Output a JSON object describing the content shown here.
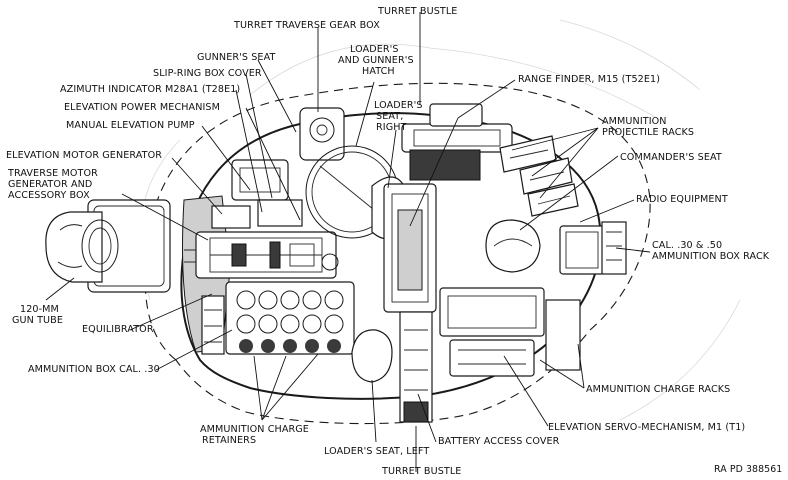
{
  "diagram": {
    "labels": {
      "turret_traverse_gear_box": "TURRET TRAVERSE GEAR BOX",
      "turret_bustle_top": "TURRET BUSTLE",
      "gunners_seat": "GUNNER'S SEAT",
      "loaders_and_gunners_hatch": [
        "LOADER'S",
        "AND GUNNER'S",
        "HATCH"
      ],
      "slip_ring_box_cover": "SLIP-RING BOX COVER",
      "azimuth_indicator": "AZIMUTH INDICATOR M28A1 (T28E1)",
      "elevation_power_mechanism": "ELEVATION POWER MECHANISM",
      "manual_elevation_pump": "MANUAL ELEVATION PUMP",
      "loaders_seat_right": [
        "LOADER'S",
        "SEAT,",
        "RIGHT"
      ],
      "range_finder": "RANGE FINDER, M15 (T52E1)",
      "ammunition_projectile_racks": [
        "AMMUNITION",
        "PROJECTILE RACKS"
      ],
      "commanders_seat": "COMMANDER'S SEAT",
      "elevation_motor_generator": "ELEVATION MOTOR GENERATOR",
      "traverse_motor_generator": [
        "TRAVERSE MOTOR",
        "GENERATOR AND",
        "ACCESSORY BOX"
      ],
      "radio_equipment": "RADIO EQUIPMENT",
      "ammunition_box_rack": [
        "CAL. .30 & .50",
        "AMMUNITION BOX RACK"
      ],
      "gun_tube": [
        "120-MM",
        "GUN TUBE"
      ],
      "equilibrator": "EQUILIBRATOR",
      "ammunition_box_cal30": "AMMUNITION BOX CAL. .30",
      "ammunition_charge_racks": "AMMUNITION CHARGE RACKS",
      "elevation_servo_mechanism": "ELEVATION SERVO-MECHANISM, M1 (T1)",
      "ammunition_charge_retainers": [
        "AMMUNITION CHARGE",
        "RETAINERS"
      ],
      "loaders_seat_left": "LOADER'S SEAT, LEFT",
      "battery_access_cover": "BATTERY ACCESS COVER",
      "turret_bustle_bottom": "TURRET BUSTLE",
      "reference_number": "RA PD 388561"
    }
  }
}
